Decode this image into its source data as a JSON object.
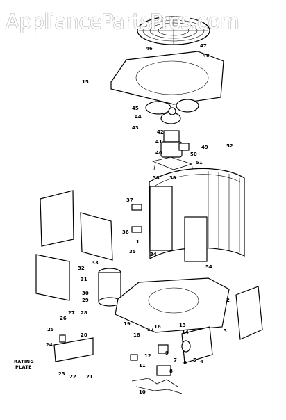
{
  "watermark": "AppliancePartsPros.com",
  "diagram": {
    "callouts": [
      "1",
      "2",
      "3",
      "4",
      "5",
      "6",
      "7",
      "8",
      "9",
      "10",
      "11",
      "12",
      "13",
      "14",
      "15",
      "16",
      "17",
      "18",
      "19",
      "20",
      "21",
      "22",
      "23",
      "24",
      "25",
      "26",
      "27",
      "28",
      "29",
      "30",
      "31",
      "32",
      "33",
      "34",
      "35",
      "36",
      "37",
      "38",
      "39",
      "40",
      "41",
      "42",
      "43",
      "44",
      "45",
      "46",
      "47",
      "48",
      "49",
      "50",
      "51",
      "52",
      "54"
    ],
    "rating_plate_line1": "RATING",
    "rating_plate_line2": "PLATE"
  }
}
